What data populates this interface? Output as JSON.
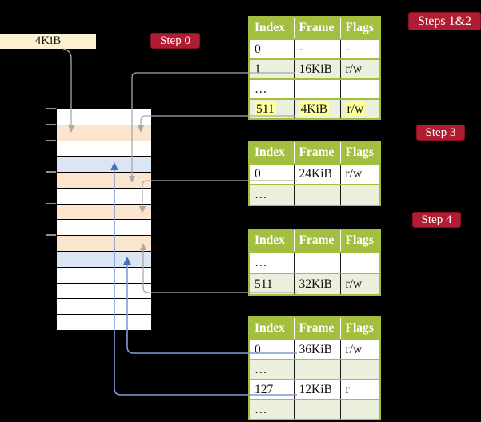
{
  "colors": {
    "background": "#000000",
    "table_green": "#a3bf3f",
    "row_green": "#ebf0dc",
    "highlight_yellow": "#ffff9c",
    "step_red": "#b01c31",
    "step_border": "#871021",
    "cream": "#fcf2d2",
    "mem_orange": "#fce5cf",
    "mem_blue": "#dbe5f3",
    "arrow_gray": "#a9a9a9",
    "arrow_blue": "#7e9cd1",
    "arrow_blue_head": "#4a71b4",
    "tick_gray": "#8f8f8f"
  },
  "root_box": {
    "label": "4KiB"
  },
  "steps": [
    {
      "label": "Step 0"
    },
    {
      "label": "Steps 1&2"
    },
    {
      "label": "Step 3"
    },
    {
      "label": "Step 4"
    }
  ],
  "tables": [
    {
      "name": "page-table-steps-1-2",
      "headers": [
        "Index",
        "Frame",
        "Flags"
      ],
      "rows": [
        {
          "cells": [
            "0",
            "-",
            "-"
          ]
        },
        {
          "cells": [
            "1",
            "16KiB",
            "r/w"
          ]
        },
        {
          "cells": [
            "…",
            "",
            ""
          ]
        },
        {
          "cells": [
            "511",
            "4KiB",
            "r/w"
          ],
          "highlight": true
        }
      ]
    },
    {
      "name": "page-table-step-3",
      "headers": [
        "Index",
        "Frame",
        "Flags"
      ],
      "rows": [
        {
          "cells": [
            "0",
            "24KiB",
            "r/w"
          ]
        },
        {
          "cells": [
            "…",
            "",
            ""
          ]
        }
      ]
    },
    {
      "name": "page-table-step-4",
      "headers": [
        "Index",
        "Frame",
        "Flags"
      ],
      "rows": [
        {
          "cells": [
            "…",
            "",
            ""
          ]
        },
        {
          "cells": [
            "511",
            "32KiB",
            "r/w"
          ]
        }
      ]
    },
    {
      "name": "page-table-final",
      "headers": [
        "Index",
        "Frame",
        "Flags"
      ],
      "rows": [
        {
          "cells": [
            "0",
            "36KiB",
            "r/w"
          ]
        },
        {
          "cells": [
            "…",
            "",
            ""
          ]
        },
        {
          "cells": [
            "127",
            "12KiB",
            "r"
          ]
        },
        {
          "cells": [
            "…",
            "",
            ""
          ]
        }
      ]
    }
  ],
  "memory": {
    "rows": [
      "white",
      "orange",
      "white",
      "blue",
      "orange",
      "white",
      "orange",
      "white",
      "orange",
      "blue",
      "white",
      "white",
      "white",
      "white"
    ],
    "tick_boundaries": [
      0,
      1,
      2,
      4,
      6,
      8
    ]
  }
}
